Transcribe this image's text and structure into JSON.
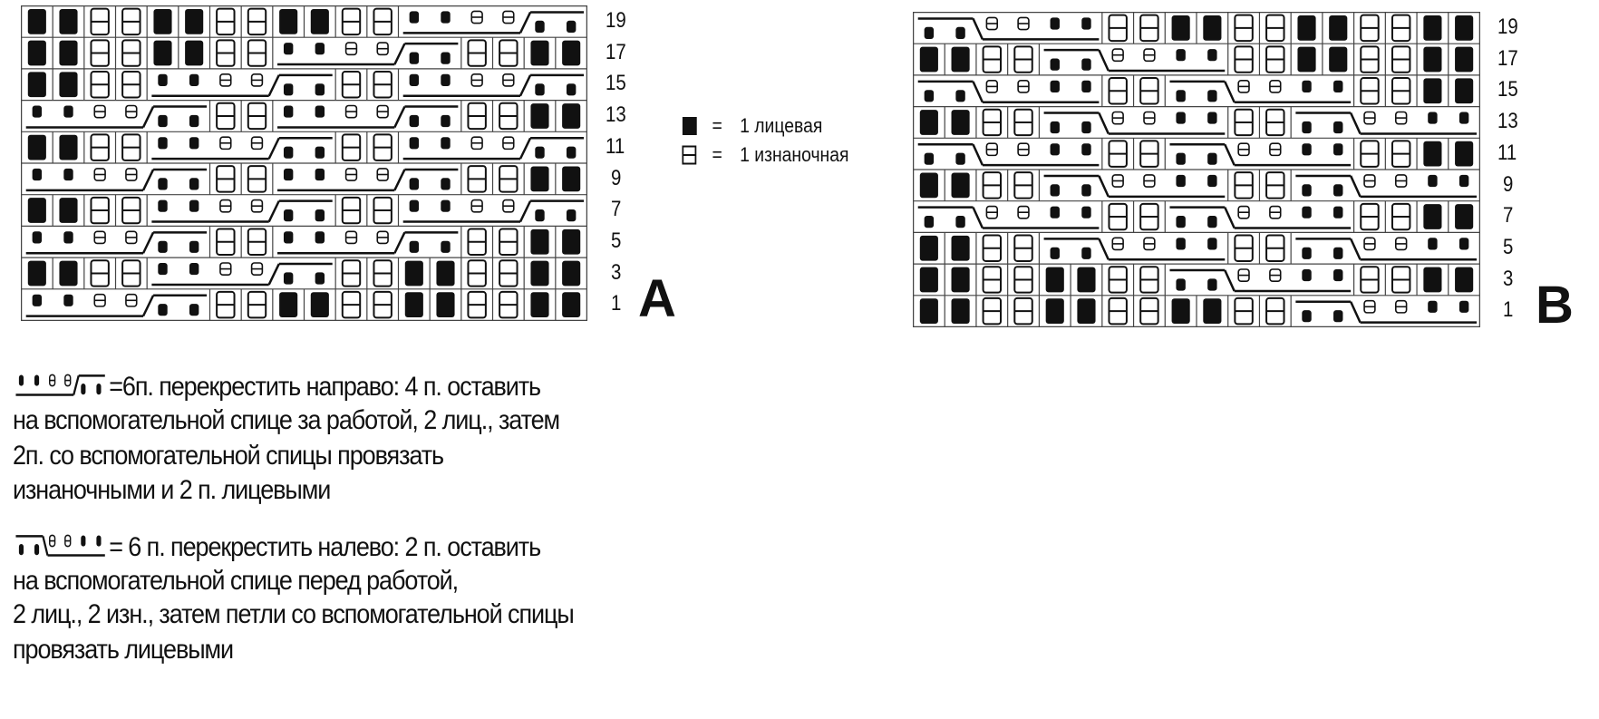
{
  "chart_a": {
    "letter": "A",
    "row_labels": [
      "19",
      "17",
      "15",
      "13",
      "11",
      "9",
      "7",
      "5",
      "3",
      "1"
    ],
    "rows": [
      [
        "K",
        "K",
        "P",
        "P",
        "K",
        "K",
        "P",
        "P",
        "K",
        "K",
        "P",
        "P",
        "CR"
      ],
      [
        "K",
        "K",
        "P",
        "P",
        "K",
        "K",
        "P",
        "P",
        "CR",
        "P",
        "P",
        "K",
        "K"
      ],
      [
        "K",
        "K",
        "P",
        "P",
        "CR",
        "P",
        "P",
        "CR"
      ],
      [
        "CR",
        "P",
        "P",
        "CR",
        "P",
        "P",
        "K",
        "K"
      ],
      [
        "K",
        "K",
        "P",
        "P",
        "CR",
        "P",
        "P",
        "CR"
      ],
      [
        "CR",
        "P",
        "P",
        "CR",
        "P",
        "P",
        "K",
        "K"
      ],
      [
        "K",
        "K",
        "P",
        "P",
        "CR",
        "P",
        "P",
        "CR"
      ],
      [
        "CR",
        "P",
        "P",
        "CR",
        "P",
        "P",
        "K",
        "K"
      ],
      [
        "K",
        "K",
        "P",
        "P",
        "CR",
        "P",
        "P",
        "K",
        "K",
        "P",
        "P",
        "K",
        "K"
      ],
      [
        "CR",
        "P",
        "P",
        "K",
        "K",
        "P",
        "P",
        "K",
        "K",
        "P",
        "P",
        "K",
        "K"
      ]
    ]
  },
  "chart_b": {
    "letter": "B",
    "row_labels": [
      "19",
      "17",
      "15",
      "13",
      "11",
      "9",
      "7",
      "5",
      "3",
      "1"
    ],
    "rows": [
      [
        "CL",
        "P",
        "P",
        "K",
        "K",
        "P",
        "P",
        "K",
        "K",
        "P",
        "P",
        "K",
        "K"
      ],
      [
        "K",
        "K",
        "P",
        "P",
        "CL",
        "P",
        "P",
        "K",
        "K",
        "P",
        "P",
        "K",
        "K"
      ],
      [
        "CL",
        "P",
        "P",
        "CL",
        "P",
        "P",
        "K",
        "K"
      ],
      [
        "K",
        "K",
        "P",
        "P",
        "CL",
        "P",
        "P",
        "CL"
      ],
      [
        "CL",
        "P",
        "P",
        "CL",
        "P",
        "P",
        "K",
        "K"
      ],
      [
        "K",
        "K",
        "P",
        "P",
        "CL",
        "P",
        "P",
        "CL"
      ],
      [
        "CL",
        "P",
        "P",
        "CL",
        "P",
        "P",
        "K",
        "K"
      ],
      [
        "K",
        "K",
        "P",
        "P",
        "CL",
        "P",
        "P",
        "CL"
      ],
      [
        "K",
        "K",
        "P",
        "P",
        "K",
        "K",
        "P",
        "P",
        "CL",
        "P",
        "P",
        "K",
        "K"
      ],
      [
        "K",
        "K",
        "P",
        "P",
        "K",
        "K",
        "P",
        "P",
        "K",
        "K",
        "P",
        "P",
        "CL"
      ]
    ]
  },
  "legend": {
    "knit": {
      "eq": "=",
      "label": "1 лицевая"
    },
    "purl": {
      "eq": "=",
      "label": "1 изнаночная"
    }
  },
  "notes": {
    "right_cross": [
      "=6п. перекрестить  направо: 4 п. оставить",
      "на вспомогательной спице за работой, 2 лиц., затем",
      "2п. со вспомогательной спицы провязать",
      "изнаночными и 2 п. лицевыми"
    ],
    "left_cross": [
      "= 6 п. перекрестить налево: 2 п. оставить",
      "на вспомогательной спице перед  работой,",
      "2 лиц., 2 изн., затем петли со вспомогательной спицы",
      "провязать лицевыми"
    ]
  },
  "colors": {
    "ink": "#111111",
    "grid": "#444444",
    "background": "#ffffff"
  }
}
